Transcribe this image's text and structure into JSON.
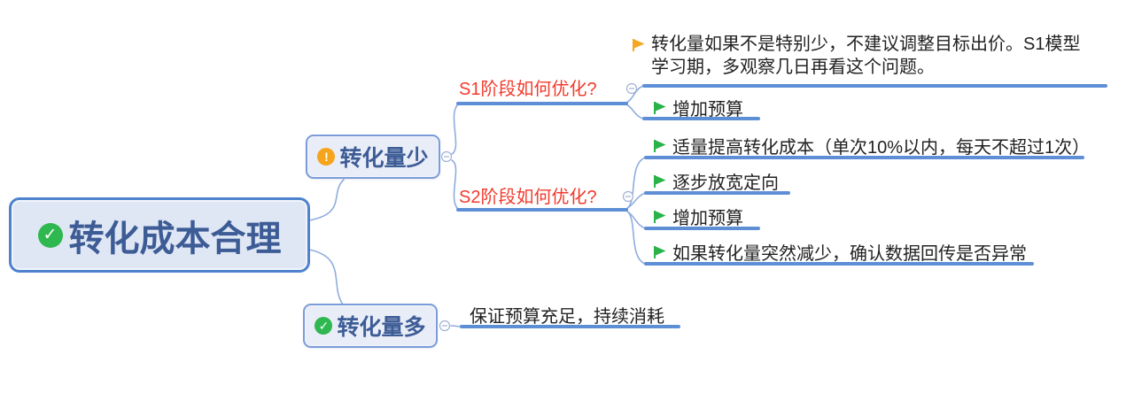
{
  "app": {
    "type": "mindmap",
    "background": "#ffffff"
  },
  "colors": {
    "branch_line": "#5e8fd6",
    "thin_connector": "#8fadde",
    "root_border": "#4e82cd",
    "root_fill": "#dfe7f4",
    "branch_border": "#7b9cd9",
    "branch_fill": "#e9edf8",
    "node_text": "#3d5c96",
    "stage_text_red": "#f23a2c",
    "leaf_text": "#222222",
    "icon_green": "#2fb750",
    "icon_orange": "#f7a41d",
    "flag_green": "#29b34a",
    "flag_orange": "#f5a623",
    "collapse_stroke": "#9fb2d4"
  },
  "icons": {
    "check": "✓",
    "warning": "!"
  },
  "mindmap": {
    "root": {
      "label": "转化成本合理",
      "icon": "check-circle-green"
    },
    "branches": [
      {
        "label": "转化量少",
        "icon": "warning-circle-orange",
        "children": [
          {
            "label": "S1阶段如何优化?",
            "style": "red-text-blue-underline",
            "children": [
              {
                "label": "转化量如果不是特别少，不建议调整目标出价。S1模型学习期，多观察几日再看这个问题。",
                "icon": "flag-orange"
              },
              {
                "label": "增加预算",
                "icon": "flag-green"
              }
            ]
          },
          {
            "label": "S2阶段如何优化?",
            "style": "red-text-blue-underline",
            "children": [
              {
                "label": "适量提高转化成本（单次10%以内，每天不超过1次）",
                "icon": "flag-green"
              },
              {
                "label": "逐步放宽定向",
                "icon": "flag-green"
              },
              {
                "label": "增加预算",
                "icon": "flag-green"
              },
              {
                "label": "如果转化量突然减少，确认数据回传是否异常",
                "icon": "flag-green"
              }
            ]
          }
        ]
      },
      {
        "label": "转化量多",
        "icon": "check-circle-green",
        "children": [
          {
            "label": "保证预算充足，持续消耗"
          }
        ]
      }
    ]
  }
}
